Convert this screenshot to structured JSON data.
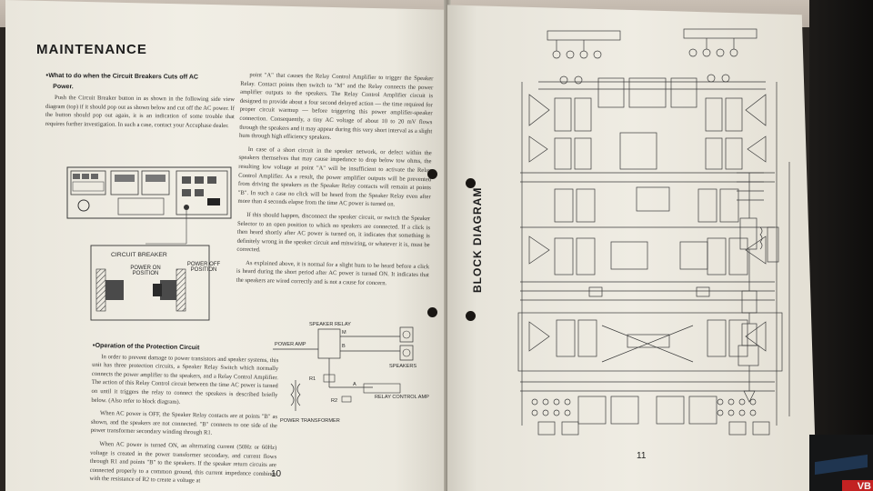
{
  "left_page": {
    "title": "MAINTENANCE",
    "page_number": "10",
    "section1": {
      "heading": "What to do when the Circuit Breakers Cuts off AC",
      "heading_cont": "Power.",
      "body": "Push the Circuit Breaker button in as shown in the following side view diagram (top) if it should pop out as shown below and cut off the AC power. If the button should pop out again, it is an indication of some trouble that requires further investigation. In such a case, contact your Accuphase dealer."
    },
    "circuit_breaker_figure": {
      "title": "CIRCUIT BREAKER",
      "label_on": "POWER ON POSITION",
      "label_off": "POWER OFF POSITION"
    },
    "section2": {
      "heading": "Operation of the Protection Circuit",
      "para1": "In order to prevent damage to power transistors and speaker systems, this unit has three protection circuits, a Speaker Relay Switch which normally connects the power amplifier to the speakers, and a Relay Control Amplifier. The action of this Relay Control circuit between the time AC power is turned on until it triggers the relay to connect the speakers is described briefly below. (Also refer to block diagram).",
      "para2": "When AC power is OFF, the Speaker Relay contacts are at points \"B\" as shown, and the speakers are not connected. \"B\" connects to one side of the power transformer secondary winding through R1.",
      "para3": "When AC power is turned ON, an alternating current (50Hz or 60Hz) voltage is created in the power transformer secondary, and current flows through R1 and points \"B\" to the speakers. If the speaker return circuits are connected properly to a common ground, this current impedance combines with the resistance of R2 to create a voltage at"
    },
    "col2": {
      "para1": "point \"A\" that causes the Relay Control Amplifier to trigger the Speaker Relay. Contact points then switch to \"M\" and the Relay connects the power amplifier outputs to the speakers. The Relay Control Amplifier circuit is designed to provide about a four second delayed action — the time required for proper circuit warmup — before triggering this power amplifier-speaker connection. Consequently, a tiny AC voltage of about 10 to 20 mV flows through the speakers and it may appear during this very short interval as a slight hum through high efficiency speakers.",
      "para2": "In case of a short circuit in the speaker network, or defect within the speakers themselves that may cause impedance to drop below tow ohms, the resulting low voltage at point \"A\" will be insufficient to activate the Relay Control Amplifier. As a result, the power amplifier outputs will be prevented from driving the speakers as the Speaker Relay contacts will remain at points \"B\". In such a case no click will be heard from the Speaker Relay even after more than 4 seconds elapse from the time AC power is turned on.",
      "para3": "If this should happen, disconnect the speaker circuit, or switch the Speaker Selector to an open position to which no speakers are connected. If a click is then heard shortly after AC power is turned on, it indicates that something is definitely wrong in the speaker circuit and miswiring, or whatever it is, must be corrected.",
      "para4": "As explained above, it is normal for a slight hum to be heard before a click is heard during the short period after AC power is turned ON. It indicates that the speakers are wired correctly and is not a cause for concern."
    },
    "relay_figure": {
      "speaker_relay": "SPEAKER RELAY",
      "power_amp": "POWER AMP",
      "speakers": "SPEAKERS",
      "relay_control_amp": "RELAY CONTROL AMP",
      "power_transformer": "POWER TRANSFORMER",
      "point_a": "A",
      "point_b": "B",
      "point_m": "M",
      "r1": "R1",
      "r2": "R2"
    }
  },
  "right_page": {
    "title": "BLOCK DIAGRAM",
    "page_number": "11"
  },
  "corner_object": {
    "text": "VB"
  }
}
